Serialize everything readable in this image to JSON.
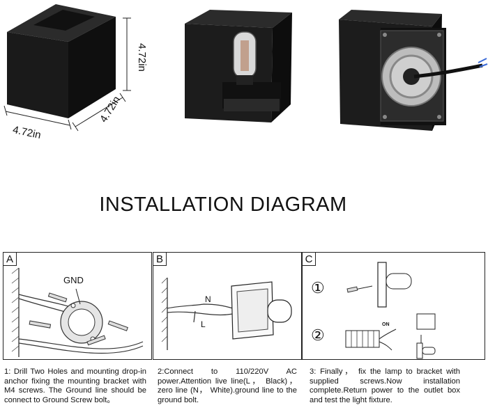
{
  "dimensions": {
    "height": "4.72in",
    "width": "4.72in",
    "depth": "4.72in"
  },
  "title": "INSTALLATION DIAGRAM",
  "panels": [
    {
      "label": "A",
      "callouts": {
        "gnd": "GND"
      },
      "description": "1: Drill Two Holes and mounting drop-in anchor fixing the mounting bracket with M4 screws. The Ground line should be connect to Ground Screw bolt。"
    },
    {
      "label": "B",
      "callouts": {
        "n": "N",
        "l": "L"
      },
      "description": "2:Connect to 110/220V AC power.Attention live line(L， Black)， zero line (N， White).ground line to the ground bolt."
    },
    {
      "label": "C",
      "steps": [
        "①",
        "②"
      ],
      "callouts": {
        "on": "ON"
      },
      "description": "3: Finally， fix the lamp to bracket with supplied screws.Now installation complete.Return power to the outlet box and test the light fixture."
    }
  ],
  "colors": {
    "lamp_body": "#1a1a1a",
    "line": "#222222",
    "background": "#ffffff"
  }
}
